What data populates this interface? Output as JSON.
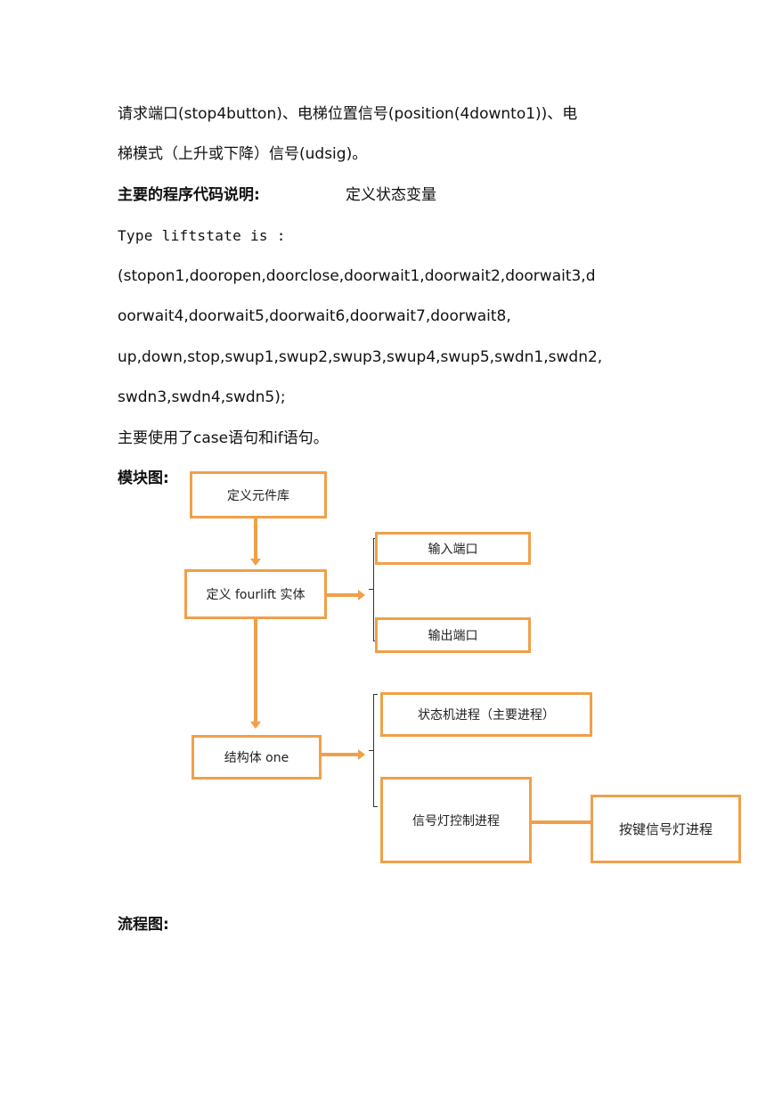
{
  "text": {
    "line1": "请求端口(stop4button)、电梯位置信号(position(4downto1))、电",
    "line2": "梯模式（上升或下降）信号(udsig)。",
    "heading_code": "主要的程序代码说明:",
    "heading_code_right": "定义状态变量",
    "type_line": "Type liftstate is :",
    "code1": "(stopon1,dooropen,doorclose,doorwait1,doorwait2,doorwait3,d",
    "code2": "oorwait4,doorwait5,doorwait6,doorwait7,doorwait8,",
    "code3": "up,down,stop,swup1,swup2,swup3,swup4,swup5,swdn1,swdn2,",
    "code4": "swdn3,swdn4,swdn5);",
    "usage": "主要使用了case语句和if语句。",
    "module_heading": "模块图:",
    "flow_heading": "流程图:"
  },
  "diagram": {
    "define_library": "定义元件库",
    "define_entity": "定义 fourlift 实体",
    "input_port": "输入端口",
    "output_port": "输出端口",
    "structure": "结构体 one",
    "state_machine": "状态机进程（主要进程）",
    "signal_light": "信号灯控制进程",
    "button_signal": "按键信号灯进程"
  },
  "colors": {
    "box_border": "#f0a04a"
  }
}
